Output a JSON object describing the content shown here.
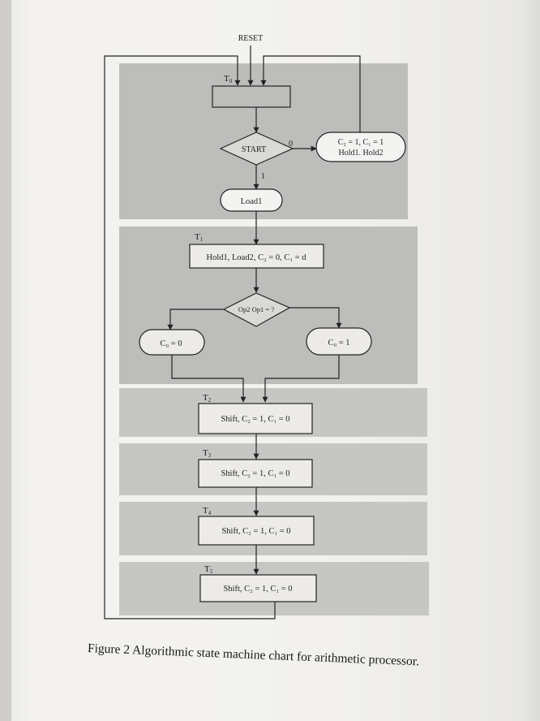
{
  "reset_label": "RESET",
  "states": [
    {
      "label": "T",
      "sub": "0"
    },
    {
      "label": "T",
      "sub": "1"
    },
    {
      "label": "T",
      "sub": "2"
    },
    {
      "label": "T",
      "sub": "3"
    },
    {
      "label": "T",
      "sub": "4"
    },
    {
      "label": "T",
      "sub": "5"
    }
  ],
  "start_decision": "START",
  "branch_zero": "0",
  "branch_one": "1",
  "idle_output": {
    "line1": "C₂ = 1, C₁ = 1",
    "line2": "Hold1. Hold2"
  },
  "load1_output": "Load1",
  "t1_box": "Hold1, Load2, C₂ = 0, C₁ = d",
  "op_decision": "Op2 Op1 = ?",
  "c0_zero": "C₀ = 0",
  "c0_one": "C₀ = 1",
  "shift_boxes": [
    "Shift, C₂ = 1, C₁ = 0",
    "Shift, C₂ = 1, C₁ = 0",
    "Shift, C₂ = 1, C₁ = 0",
    "Shift, C₂ = 1, C₁ = 0"
  ],
  "caption": "Figure 2  Algorithmic state machine chart for arithmetic processor."
}
